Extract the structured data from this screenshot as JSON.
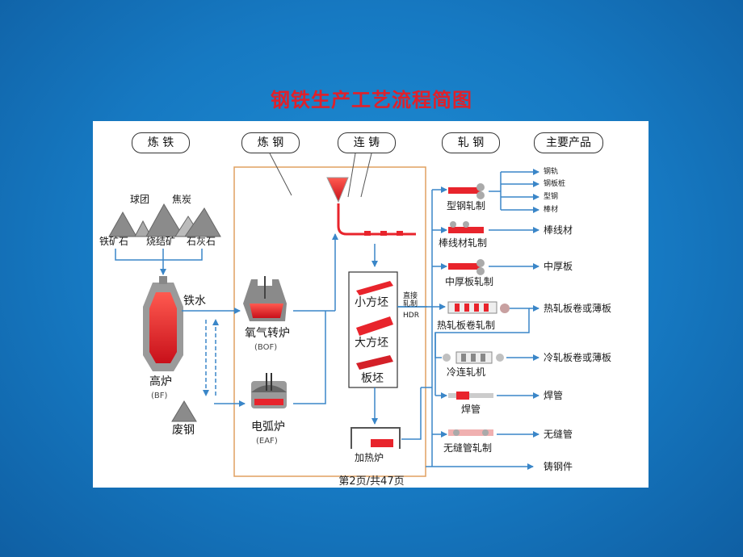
{
  "title": "钢铁生产工艺流程简图",
  "headers": [
    "炼 铁",
    "炼 钢",
    "连 铸",
    "轧 钢",
    "主要产品"
  ],
  "ironmaking": {
    "pellets": "球团",
    "coke": "焦炭",
    "iron_ore": "铁矿石",
    "sinter": "烧结矿",
    "limestone": "石灰石",
    "blast_furnace": "高炉",
    "blast_furnace_abbr": "(BF)",
    "molten_iron": "铁水",
    "scrap": "废钢"
  },
  "steelmaking": {
    "bof": "氧气转炉",
    "bof_abbr": "(BOF)",
    "eaf": "电弧炉",
    "eaf_abbr": "(EAF)"
  },
  "casting": {
    "billet": "小方坯",
    "bloom": "大方坯",
    "slab": "板坯",
    "direct_rolling": "直接轧制",
    "hdr": "HDR",
    "reheating_furnace": "加热炉"
  },
  "rolling": [
    "型钢轧制",
    "棒线材轧制",
    "中厚板轧制",
    "热轧板卷轧制",
    "冷连轧机",
    "焊管",
    "无缝管轧制"
  ],
  "products": [
    "钢轨",
    "钢板桩",
    "型钢",
    "棒材",
    "棒线材",
    "中厚板",
    "热轧板卷或薄板",
    "冷轧板卷或薄板",
    "焊管",
    "无缝管",
    "铸钢件"
  ],
  "footer": "第2页/共47页",
  "colors": {
    "accent": "#e0202a",
    "flow_line": "#3a86c8",
    "border": "#e0a060",
    "hot": "#e8242c"
  }
}
